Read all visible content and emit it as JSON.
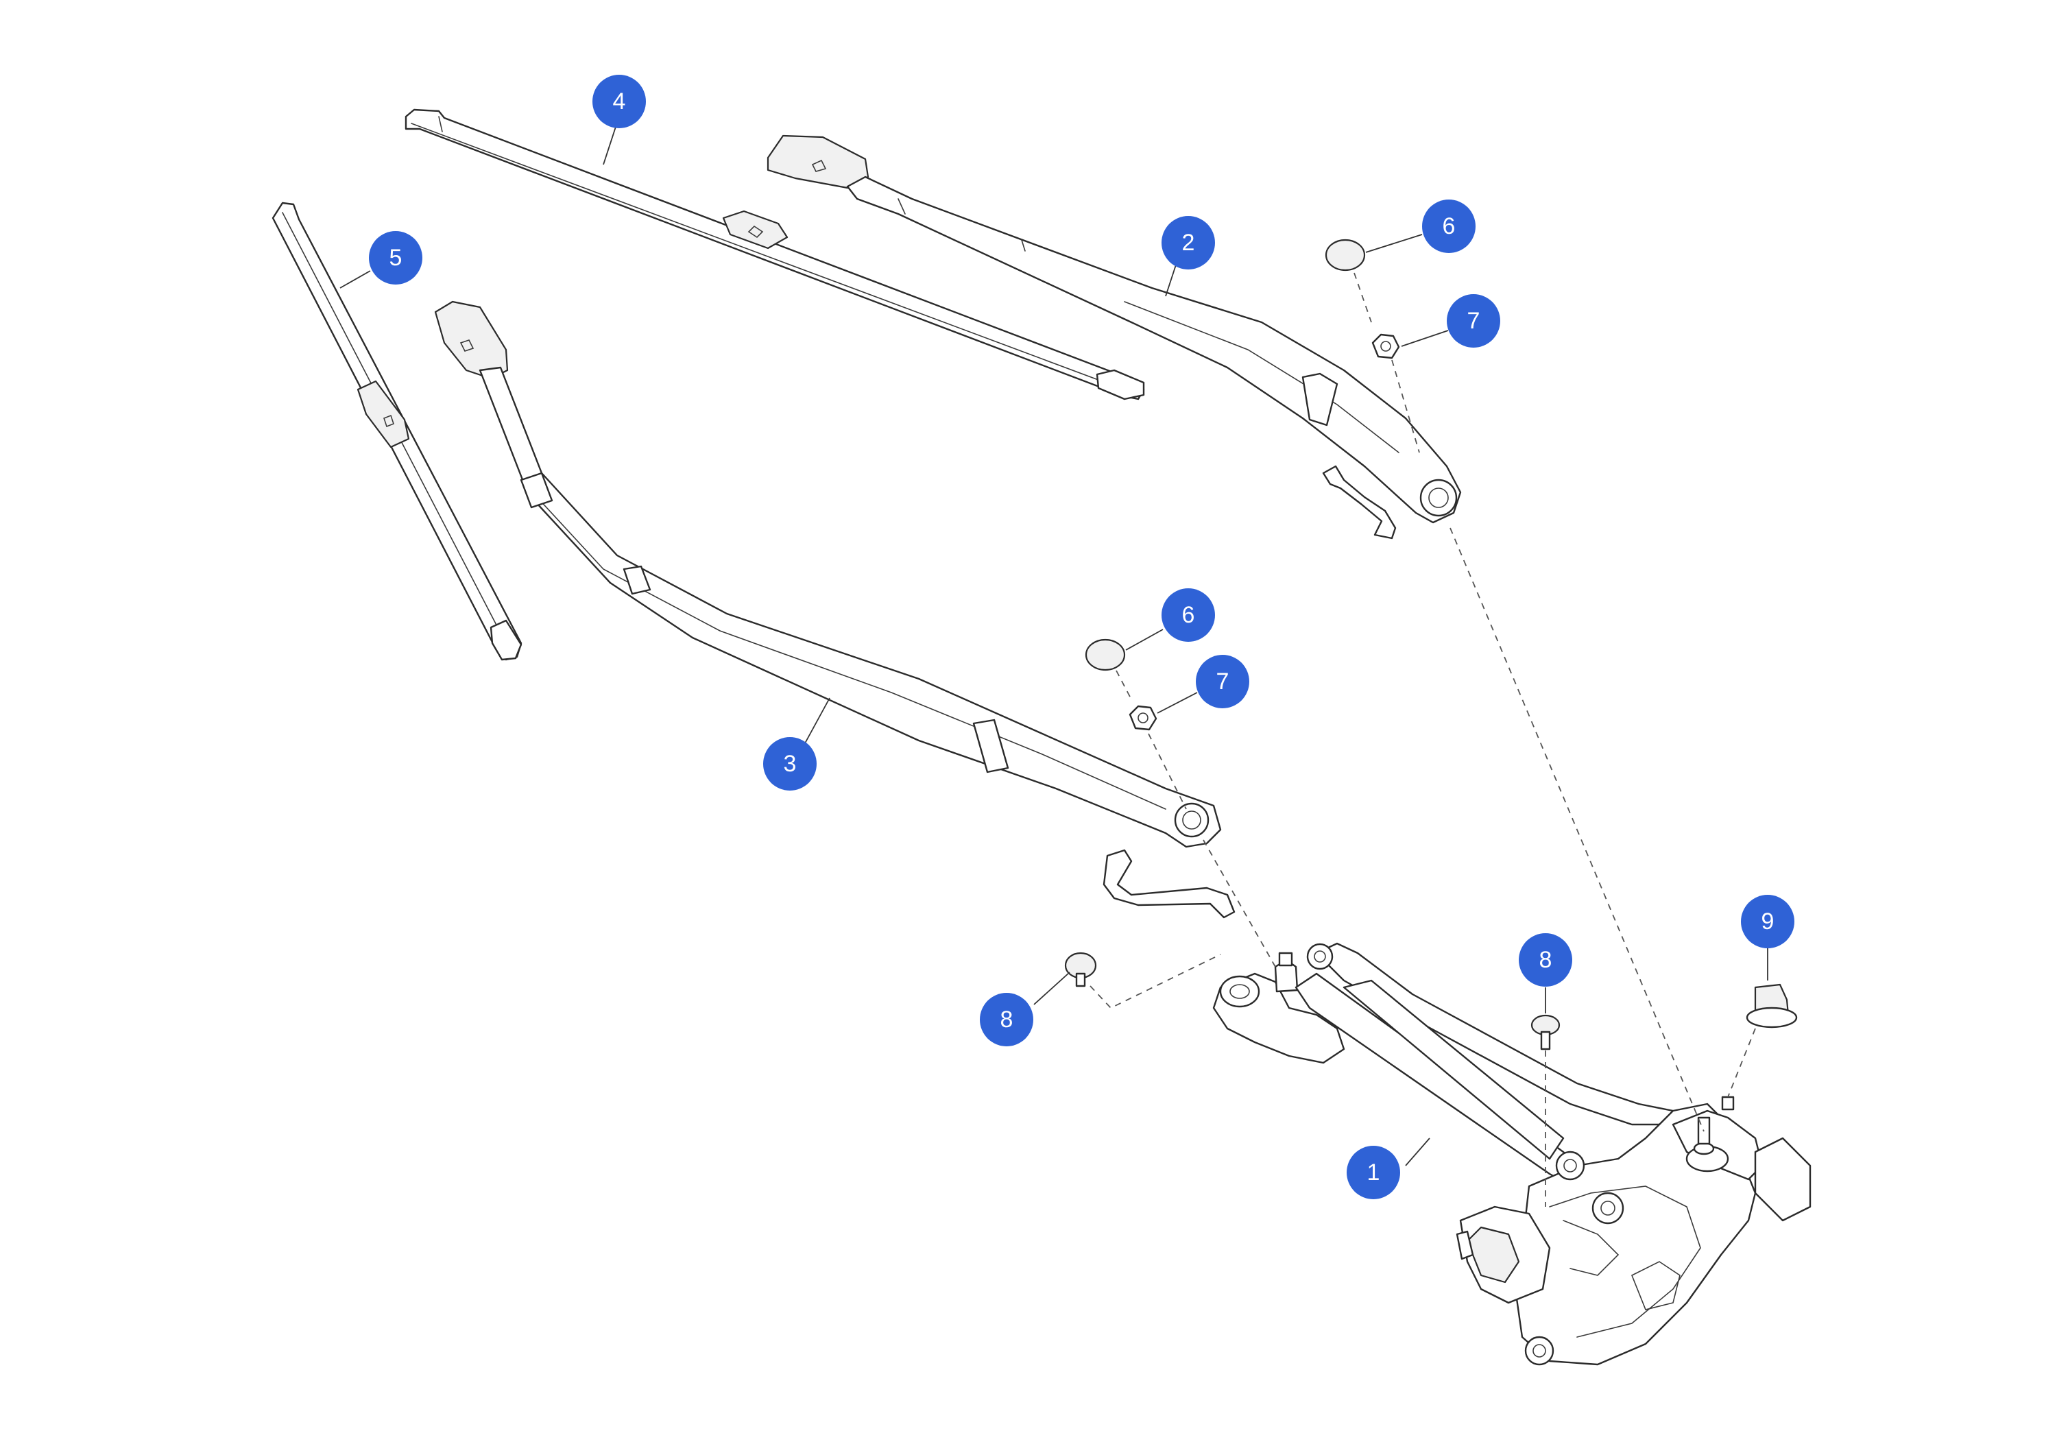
{
  "diagram": {
    "callout_color": "#2f62d6",
    "callouts": [
      {
        "id": "1",
        "label": "1"
      },
      {
        "id": "2",
        "label": "2"
      },
      {
        "id": "3",
        "label": "3"
      },
      {
        "id": "4",
        "label": "4"
      },
      {
        "id": "5",
        "label": "5"
      },
      {
        "id": "6a",
        "label": "6"
      },
      {
        "id": "6b",
        "label": "6"
      },
      {
        "id": "7a",
        "label": "7"
      },
      {
        "id": "7b",
        "label": "7"
      },
      {
        "id": "8a",
        "label": "8"
      },
      {
        "id": "8b",
        "label": "8"
      },
      {
        "id": "9",
        "label": "9"
      }
    ]
  }
}
